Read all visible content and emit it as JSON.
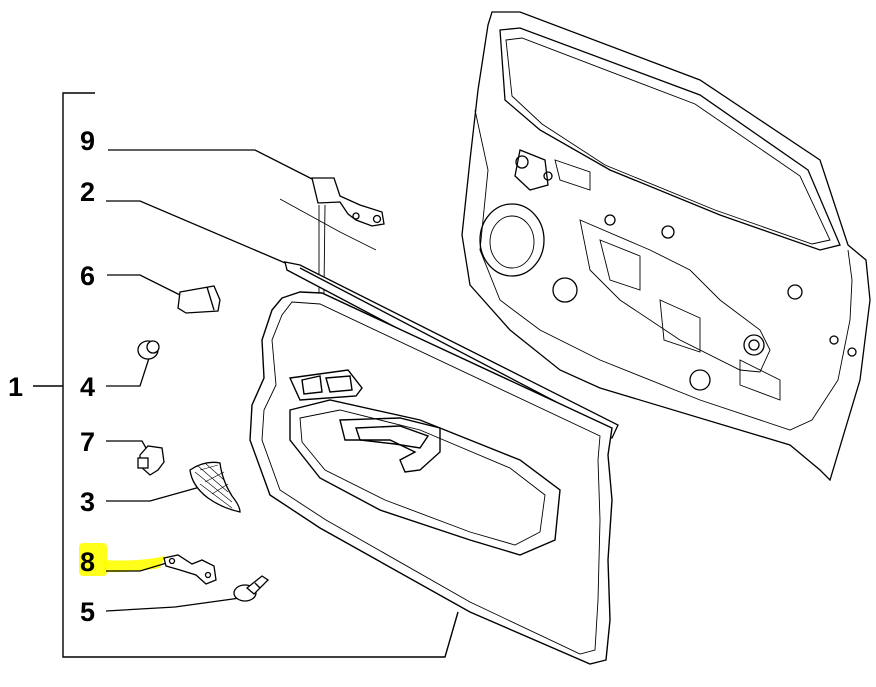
{
  "diagram": {
    "highlight_color": "#ffff00",
    "callouts": {
      "c1": "1",
      "c2": "2",
      "c3": "3",
      "c4": "4",
      "c5": "5",
      "c6": "6",
      "c7": "7",
      "c8": "8",
      "c9": "9"
    },
    "highlighted_callout": "8"
  }
}
